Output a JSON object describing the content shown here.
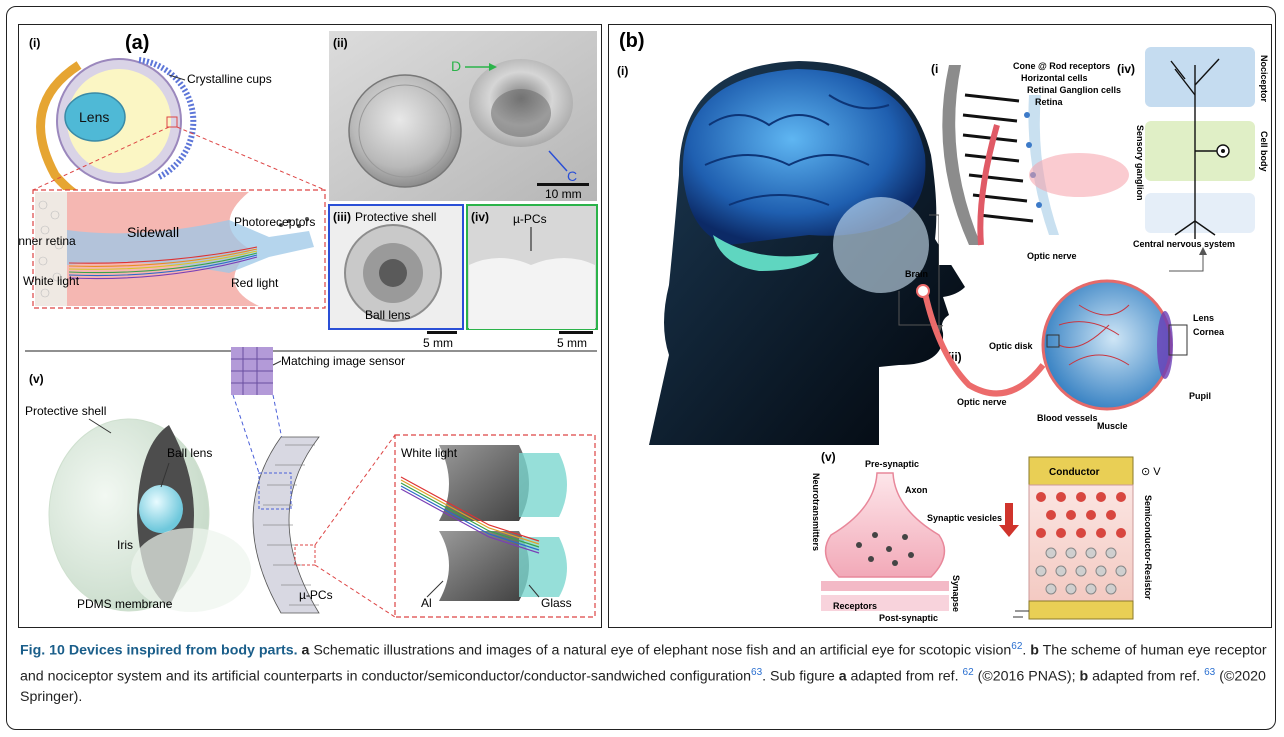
{
  "panel_a": {
    "label": "(a)",
    "sub_i": "(i)",
    "sub_ii": "(ii)",
    "sub_iii": "(iii)",
    "sub_iv": "(iv)",
    "sub_v": "(v)",
    "lens": "Lens",
    "crystalline_cups": "Crystalline cups",
    "inner_retina": "Inner retina",
    "sidewall": "Sidewall",
    "photoreceptors": "Photoreceptors",
    "white_light": "White light",
    "red_light": "Red light",
    "marker_d": "D",
    "marker_c": "C",
    "scale_10mm": "10 mm",
    "protective_shell": "Protective shell",
    "ball_lens_iii": "Ball lens",
    "mu_pcs_iv": "µ-PCs",
    "scale_5mm_iii": "5 mm",
    "scale_5mm_iv": "5 mm",
    "v_protective_shell": "Protective shell",
    "v_ball_lens": "Ball lens",
    "v_matching_sensor": "Matching image sensor",
    "v_iris": "Iris",
    "v_pdms": "PDMS membrane",
    "v_mu_pcs": "µ-PCs",
    "v_white_light": "White light",
    "v_al": "Al",
    "v_glass": "Glass"
  },
  "panel_b": {
    "label": "(b)",
    "sub_i": "(i)",
    "sub_ii": "(ii)",
    "sub_iii": "(iii)",
    "sub_iv": "(iv)",
    "sub_v": "(v)",
    "cone_rod": "Cone @ Rod receptors",
    "horizontal": "Horizontal cells",
    "ganglion": "Retinal Ganglion cells",
    "retina": "Retina",
    "optic_nerve_iii": "Optic nerve",
    "nociceptor": "Nociceptor",
    "sensory_ganglion": "Sensory ganglion",
    "cell_body": "Cell body",
    "cns": "Central nervous system",
    "brain": "Brain",
    "optic_disk": "Optic disk",
    "lens": "Lens",
    "cornea": "Cornea",
    "optic_nerve_ii": "Optic nerve",
    "blood_vessels": "Blood vessels",
    "muscle": "Muscle",
    "pupil": "Pupil",
    "pre_synaptic": "Pre-synaptic",
    "axon": "Axon",
    "synaptic_vesicles": "Synaptic vesicles",
    "neurotransmitters": "Neurotransmitters",
    "synapse": "Synapse",
    "receptors": "Receptors",
    "post_synaptic": "Post-synaptic",
    "conductor": "Conductor",
    "voltage": "⊙ V",
    "scs": "Semiconductor-Resistor"
  },
  "caption": {
    "fig_label": "Fig. 10 Devices inspired from body parts.",
    "a": "a",
    "t1": " Schematic illustrations and images of a natural eye of elephant nose fish and an artificial eye for scotopic vision",
    "r62": "62",
    "t2": ". ",
    "b": "b",
    "t3": " The scheme of human eye receptor and nociceptor system and its artificial counterparts in conductor/semiconductor/conductor-sandwiched configuration",
    "r63": "63",
    "t4": ". Sub figure ",
    "a2": "a",
    "t5": " adapted from ref. ",
    "r62b": "62",
    "t6": " (©2016 PNAS); ",
    "b2": "b",
    "t7": " adapted from ref. ",
    "r63b": "63",
    "t8": " (©2020 Springer)."
  }
}
